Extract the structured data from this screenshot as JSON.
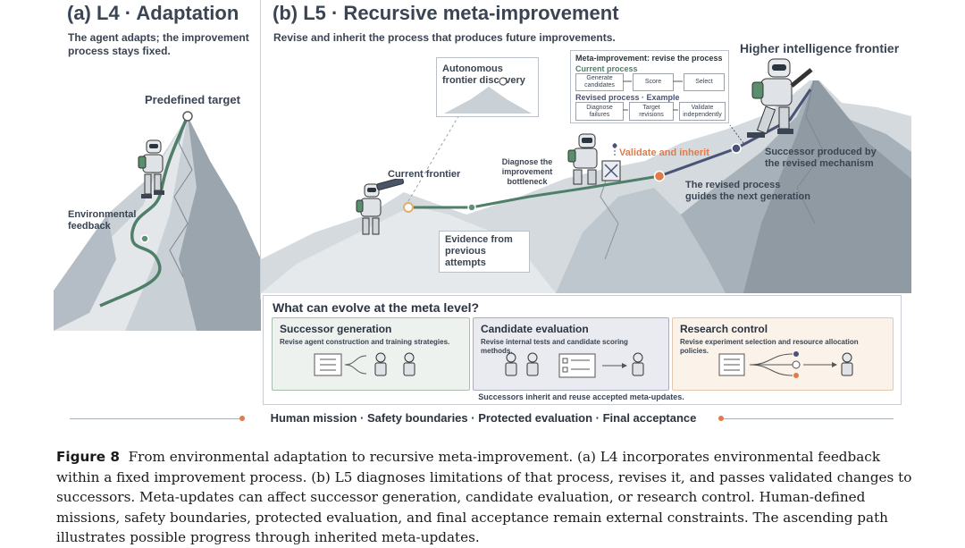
{
  "panel_a": {
    "title": "(a) L4 · Adaptation",
    "subtitle": "The agent adapts; the improvement process stays fixed.",
    "target_label": "Predefined target",
    "feedback_label": "Environmental feedback"
  },
  "panel_b": {
    "title": "(b) L5 · Recursive meta-improvement",
    "subtitle": "Revise and inherit the process that produces future improvements.",
    "autonomous_label": "Autonomous frontier discovery",
    "current_frontier": "Current frontier",
    "diagnose_label": "Diagnose the improvement bottleneck",
    "evidence_label": "Evidence from previous attempts",
    "validate_label": "Validate and inherit",
    "revised_guides": "The revised process guides the next generation",
    "successor_label": "Successor produced by the revised mechanism",
    "higher_frontier": "Higher intelligence frontier",
    "meta_box": {
      "title": "Meta-improvement: revise the process",
      "current_process": "Current process",
      "current_steps": [
        "Generate candidates",
        "Score",
        "Select"
      ],
      "revised_process": "Revised process · Example",
      "revised_steps": [
        "Diagnose failures",
        "Target revisions",
        "Validate independently"
      ]
    }
  },
  "meta_level": {
    "title": "What can evolve at the meta level?",
    "cards": [
      {
        "title": "Successor generation",
        "desc": "Revise agent construction and training strategies."
      },
      {
        "title": "Candidate evaluation",
        "desc": "Revise internal tests and candidate scoring methods."
      },
      {
        "title": "Research control",
        "desc": "Revise experiment selection and resource allocation policies."
      }
    ],
    "footer": "Successors inherit and reuse accepted meta-updates."
  },
  "constraints_line": "Human mission · Safety boundaries · Protected evaluation · Final acceptance",
  "caption": {
    "label": "Figure 8",
    "text": "From environmental adaptation to recursive meta-improvement. (a) L4 incorporates environmental feedback within a fixed improvement process. (b) L5 diagnoses limitations of that process, revises it, and passes validated changes to successors. Meta-updates can affect successor generation, candidate evaluation, or research control. Human-defined missions, safety boundaries, protected evaluation, and final acceptance remain external constraints. The ascending path illustrates possible progress through inherited meta-updates."
  },
  "colors": {
    "path_green": "#4f7f69",
    "accent_orange": "#e07b4a",
    "path_navy": "#4a5275",
    "card1_bg": "#eef2ee",
    "card2_bg": "#e9ebf0",
    "card3_bg": "#fbf3ea"
  }
}
